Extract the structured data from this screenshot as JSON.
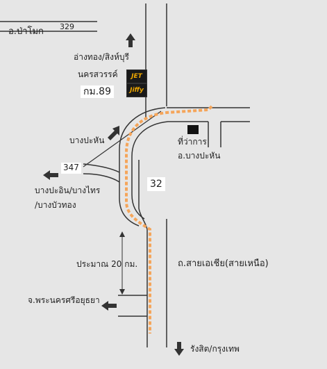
{
  "labels": {
    "pa_mok": "อ.ป่าโมก",
    "route_329": "329",
    "ang_thong": "อ่างทอง/สิงห์บุรี",
    "nakhon_sawan": "นครสวรรค์",
    "km_89": "กม.89",
    "bang_pahan_dir": "บางปะหัน",
    "route_347": "347",
    "bang_pa_in": "บางปะอิน/บางไทร",
    "bang_bua_thong": "/บางบัวทอง",
    "route_32": "32",
    "district_office_1": "ที่ว่าการ",
    "district_office_2": "อ.บางปะหัน",
    "approx_distance": "ประมาณ 20 กม.",
    "road_name": "ถ.สายเอเชีย(สายเหนือ)",
    "ayutthaya": "จ.พระนครศรีอยุธยา",
    "rangsit": "รังสิต/กรุงเทพ"
  },
  "logos": {
    "jet": "JET",
    "jiffy": "Jiffy"
  },
  "colors": {
    "route": "#f5a55a",
    "road_line": "#333333",
    "road_fill": "#ffffff",
    "arrow": "#333333",
    "logo_bg": "#1a1a1a",
    "logo_text": "#f0a800"
  }
}
